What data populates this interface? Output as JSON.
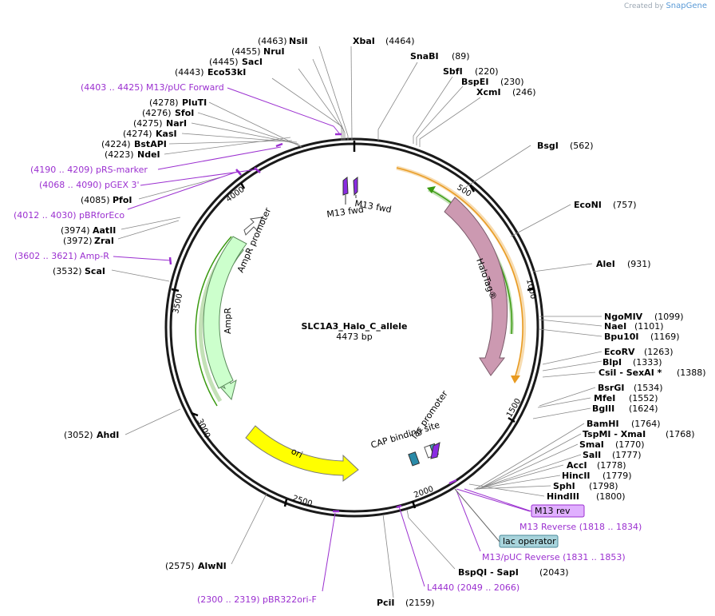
{
  "brand": {
    "created_by": "Created by",
    "name": "SnapGene"
  },
  "plasmid": {
    "name": "SLC1A3_Halo_C_allele",
    "length": "4473 bp"
  },
  "ticks": [
    "500",
    "1000",
    "1500",
    "2000",
    "2500",
    "3000",
    "3500",
    "4000"
  ],
  "enzymes": [
    {
      "name": "NsiI",
      "pos": "(4463)"
    },
    {
      "name": "NruI",
      "pos": "(4455)"
    },
    {
      "name": "SacI",
      "pos": "(4445)"
    },
    {
      "name": "Eco53kI",
      "pos": "(4443)"
    },
    {
      "name": "XbaI",
      "pos": "(4464)"
    },
    {
      "name": "SnaBI",
      "pos": "(89)"
    },
    {
      "name": "SbfI",
      "pos": "(220)"
    },
    {
      "name": "BspEI",
      "pos": "(230)"
    },
    {
      "name": "XcmI",
      "pos": "(246)"
    },
    {
      "name": "BsgI",
      "pos": "(562)"
    },
    {
      "name": "EcoNI",
      "pos": "(757)"
    },
    {
      "name": "AleI",
      "pos": "(931)"
    },
    {
      "name": "NgoMIV",
      "pos": "(1099)"
    },
    {
      "name": "NaeI",
      "pos": "(1101)"
    },
    {
      "name": "Bpu10I",
      "pos": "(1169)"
    },
    {
      "name": "EcoRV",
      "pos": "(1263)"
    },
    {
      "name": "BlpI",
      "pos": "(1333)"
    },
    {
      "name": "CsiI - SexAI *",
      "pos": "(1388)"
    },
    {
      "name": "BsrGI",
      "pos": "(1534)"
    },
    {
      "name": "MfeI",
      "pos": "(1552)"
    },
    {
      "name": "BglII",
      "pos": "(1624)"
    },
    {
      "name": "BamHI",
      "pos": "(1764)"
    },
    {
      "name": "TspMI - XmaI",
      "pos": "(1768)"
    },
    {
      "name": "SmaI",
      "pos": "(1770)"
    },
    {
      "name": "SalI",
      "pos": "(1777)"
    },
    {
      "name": "AccI",
      "pos": "(1778)"
    },
    {
      "name": "HincII",
      "pos": "(1779)"
    },
    {
      "name": "SphI",
      "pos": "(1798)"
    },
    {
      "name": "HindIII",
      "pos": "(1800)"
    },
    {
      "name": "BspQI - SapI",
      "pos": "(2043)"
    },
    {
      "name": "PciI",
      "pos": "(2159)"
    },
    {
      "name": "AlwNI",
      "pos": "(2575)"
    },
    {
      "name": "AhdI",
      "pos": "(3052)"
    },
    {
      "name": "ScaI",
      "pos": "(3532)"
    },
    {
      "name": "ZraI",
      "pos": "(3972)"
    },
    {
      "name": "AatII",
      "pos": "(3974)"
    },
    {
      "name": "PfoI",
      "pos": "(4085)"
    },
    {
      "name": "NdeI",
      "pos": "(4223)"
    },
    {
      "name": "BstAPI",
      "pos": "(4224)"
    },
    {
      "name": "KasI",
      "pos": "(4274)"
    },
    {
      "name": "NarI",
      "pos": "(4275)"
    },
    {
      "name": "SfoI",
      "pos": "(4276)"
    },
    {
      "name": "PluTI",
      "pos": "(4278)"
    }
  ],
  "primers": [
    {
      "label": "(4403 .. 4425)  M13/pUC Forward"
    },
    {
      "label": "(4190 .. 4209)  pRS-marker"
    },
    {
      "label": "(4068 .. 4090)  pGEX 3'"
    },
    {
      "label": "(4012 .. 4030)  pBRforEco"
    },
    {
      "label": "(3602 .. 3621)  Amp-R"
    },
    {
      "label": "M13 Reverse    (1818 .. 1834)"
    },
    {
      "label": "M13/pUC Reverse    (1831 .. 1853)"
    },
    {
      "label": "L4440    (2049 .. 2066)"
    },
    {
      "label": "(2300 .. 2319)  pBR322ori-F"
    }
  ],
  "boxes": {
    "m13rev": "M13 rev",
    "lacop": "lac operator"
  },
  "features": {
    "halotag": "HaloTag®",
    "ampr_promoter": "AmpR promoter",
    "ampr": "AmpR",
    "ori": "ori",
    "cap": "CAP binding site",
    "lac_promoter": "lac promoter",
    "m13fwd1": "M13 fwd",
    "m13fwd2": "M13 fwd"
  },
  "colors": {
    "halotag": "#cc99b1",
    "ampr": "#ccffcc",
    "ori": "#ffff00",
    "promoter": "#ffffff",
    "primer_text": "#9b30d0",
    "orf_green": "#3a9a10",
    "orf_orange": "#e89a20"
  }
}
